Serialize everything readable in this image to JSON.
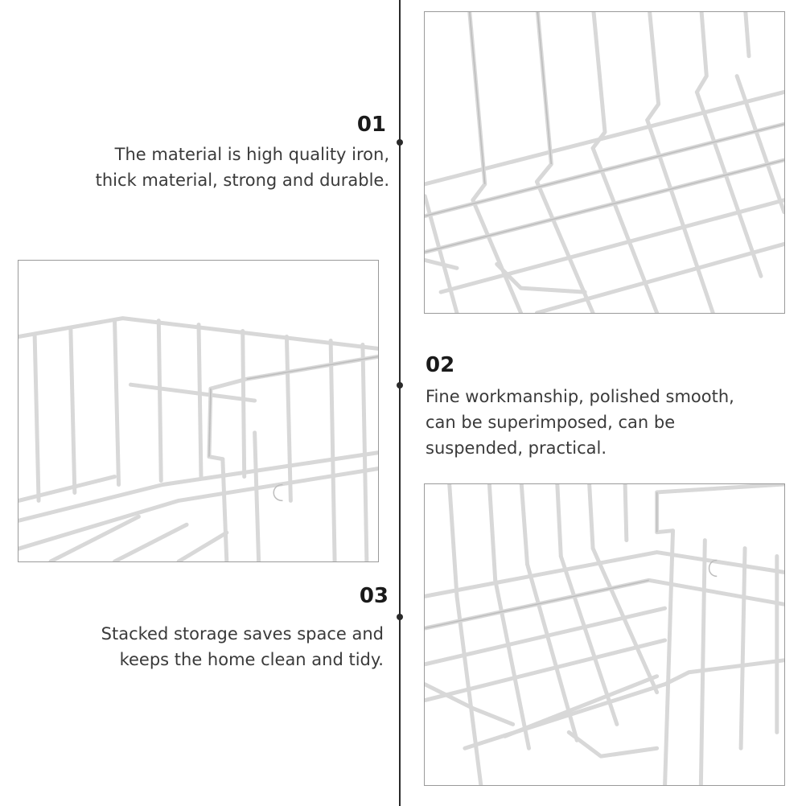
{
  "features": [
    {
      "number": "01",
      "lines": [
        "The material is high quality iron,",
        "thick material, strong and durable."
      ]
    },
    {
      "number": "02",
      "lines": [
        "Fine workmanship, polished smooth,",
        "can be superimposed, can be",
        "suspended, practical."
      ]
    },
    {
      "number": "03",
      "lines": [
        "Stacked storage saves space and",
        "keeps the home clean and tidy."
      ]
    }
  ],
  "images": [
    {
      "icon": "wire-basket-closeup-photo"
    },
    {
      "icon": "wire-basket-side-photo"
    },
    {
      "icon": "wire-basket-stacked-photo"
    }
  ],
  "colors": {
    "line": "#2a2a2a",
    "text": "#3a3a3a",
    "heading": "#1a1a1a",
    "frame": "#9a9a9a",
    "wire": "#d8d8d8"
  }
}
